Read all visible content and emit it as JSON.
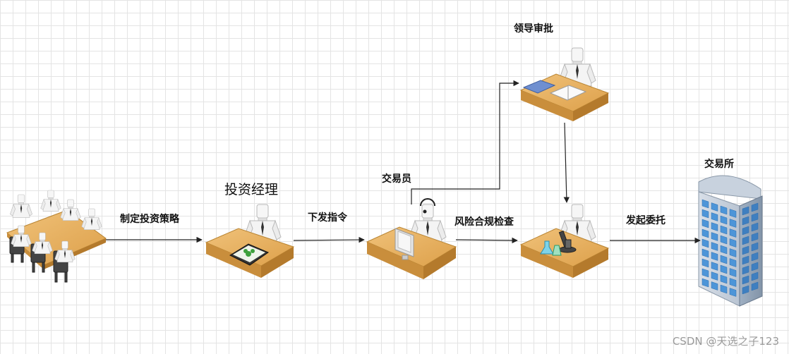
{
  "labels": {
    "strategy": "制定投资策略",
    "manager": "投资经理",
    "dispatch": "下发指令",
    "trader": "交易员",
    "leader_approval": "领导审批",
    "risk_check": "风险合规检查",
    "order": "发起委托",
    "exchange": "交易所"
  },
  "watermark": "CSDN @天选之子123",
  "colors": {
    "desk": "#e8b05a",
    "desk_edge": "#b98534",
    "person": "#f4f4f4",
    "building": "#5a9ad8",
    "arrow": "#222222"
  }
}
